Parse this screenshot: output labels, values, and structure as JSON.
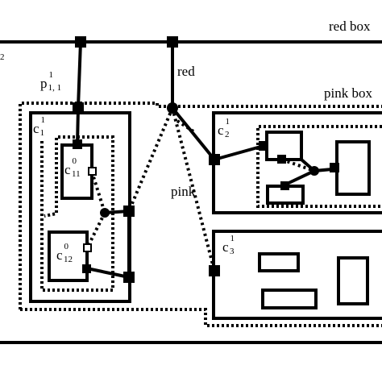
{
  "labels": {
    "red_box": "red box",
    "pink_box": "pink box",
    "red": "red",
    "pink": "pink",
    "left_edge": "2",
    "p11": {
      "base": "p",
      "sup": "1",
      "sub": "1, 1"
    },
    "c11": {
      "base": "c",
      "sup": "1",
      "sub": "1"
    },
    "c21": {
      "base": "c",
      "sup": "1",
      "sub": "2"
    },
    "c31": {
      "base": "c",
      "sup": "1",
      "sub": "3"
    },
    "c011": {
      "base": "c",
      "sup": "0",
      "sub": "11"
    },
    "c012": {
      "base": "c",
      "sup": "0",
      "sub": "12"
    }
  }
}
